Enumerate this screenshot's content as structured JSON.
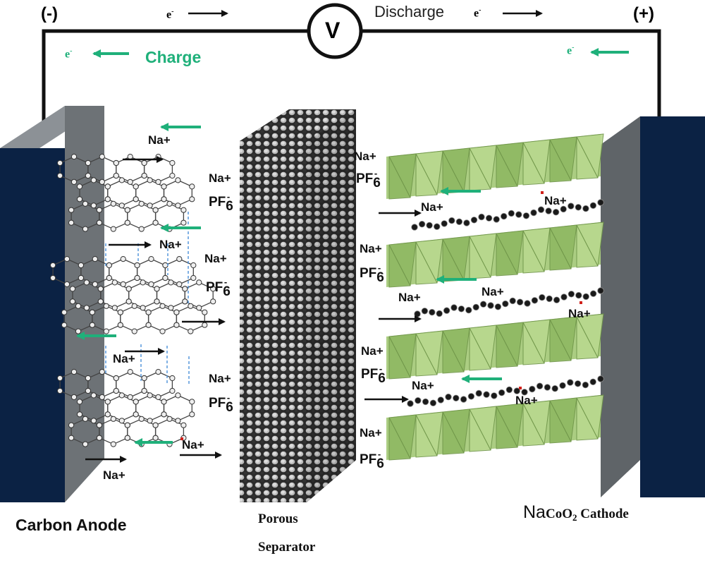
{
  "terminals": {
    "negative": "(-)",
    "positive": "(+)"
  },
  "voltmeter": {
    "symbol": "V"
  },
  "electron": {
    "symbol": "e",
    "charge": "-"
  },
  "modes": {
    "discharge": "Discharge",
    "charge": "Charge"
  },
  "ions": {
    "sodium": "Na+",
    "pf_base": "PF",
    "pf_sub": "6",
    "pf_sup": "-"
  },
  "components": {
    "anode": "Carbon Anode",
    "separator_line1": "Porous",
    "separator_line2": "Separator",
    "cathode_prefix": "Na",
    "cathode_mid": "CoO",
    "cathode_sub": "2",
    "cathode_suffix": " Cathode"
  },
  "colors": {
    "electrode_face": "#0b2244",
    "electrode_side": "#6d7276",
    "wire": "#111111",
    "charge_arrow": "#1fb07a",
    "discharge_arrow": "#111111",
    "cathode_layer": "#9cc46c",
    "separator": "#555555"
  }
}
